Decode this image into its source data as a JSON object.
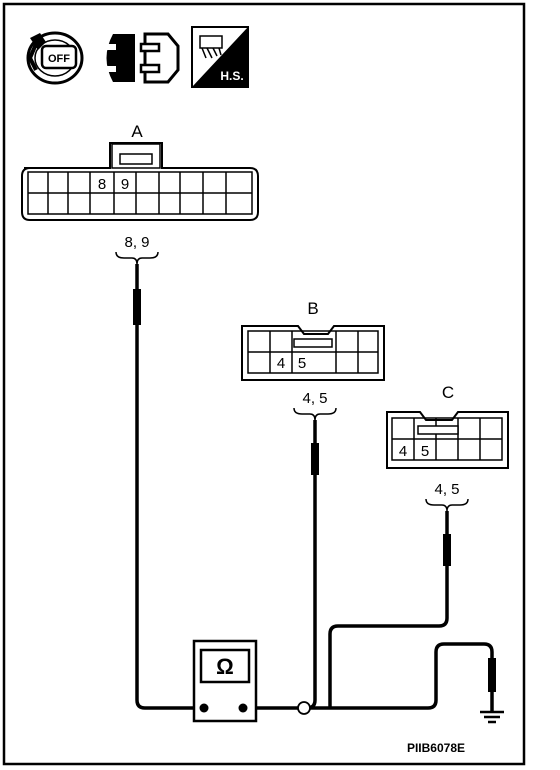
{
  "icons": {
    "ignition": {
      "text": "OFF"
    },
    "disconnect": {},
    "harness": {
      "text": "H.S."
    }
  },
  "connectors": {
    "a": {
      "label": "A",
      "pin_top": [
        "8",
        "9"
      ],
      "wire_pins": "8, 9"
    },
    "b": {
      "label": "B",
      "pin_bottom": [
        "4",
        "5"
      ],
      "wire_pins": "4, 5"
    },
    "c": {
      "label": "C",
      "pin_bottom": [
        "4",
        "5"
      ],
      "wire_pins": "4, 5"
    }
  },
  "meter": {
    "symbol": "Ω"
  },
  "figure_code": "PIIB6078E"
}
